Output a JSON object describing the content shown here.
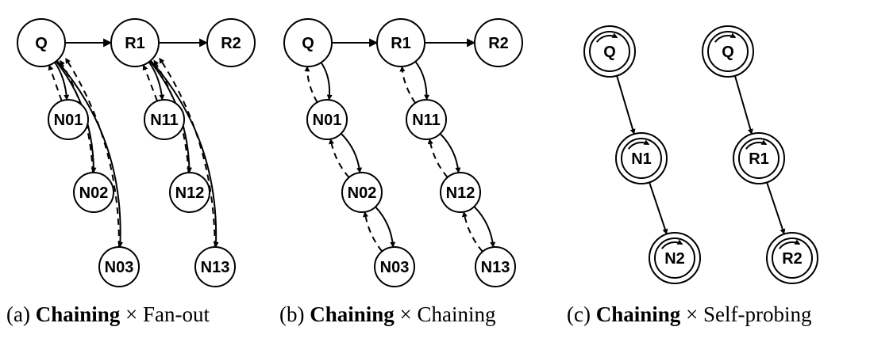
{
  "panels": [
    {
      "id": "a",
      "caption": {
        "prefix": "(a)",
        "bold": "Chaining",
        "times": "×",
        "rest": "Fan-out"
      },
      "nodes": [
        {
          "id": "Q",
          "label": "Q",
          "kind": "large"
        },
        {
          "id": "R1",
          "label": "R1",
          "kind": "large"
        },
        {
          "id": "R2",
          "label": "R2",
          "kind": "large"
        },
        {
          "id": "N01",
          "label": "N01",
          "kind": "small"
        },
        {
          "id": "N02",
          "label": "N02",
          "kind": "small"
        },
        {
          "id": "N03",
          "label": "N03",
          "kind": "small"
        },
        {
          "id": "N11",
          "label": "N11",
          "kind": "small"
        },
        {
          "id": "N12",
          "label": "N12",
          "kind": "small"
        },
        {
          "id": "N13",
          "label": "N13",
          "kind": "small"
        }
      ],
      "edges": [
        {
          "from": "Q",
          "to": "R1",
          "style": "solid"
        },
        {
          "from": "R1",
          "to": "R2",
          "style": "solid"
        },
        {
          "from": "Q",
          "to": "N01",
          "style": "solid"
        },
        {
          "from": "Q",
          "to": "N02",
          "style": "solid"
        },
        {
          "from": "Q",
          "to": "N03",
          "style": "solid"
        },
        {
          "from": "N01",
          "to": "Q",
          "style": "dashed"
        },
        {
          "from": "N02",
          "to": "Q",
          "style": "dashed"
        },
        {
          "from": "N03",
          "to": "Q",
          "style": "dashed"
        },
        {
          "from": "R1",
          "to": "N11",
          "style": "solid"
        },
        {
          "from": "R1",
          "to": "N12",
          "style": "solid"
        },
        {
          "from": "R1",
          "to": "N13",
          "style": "solid"
        },
        {
          "from": "N11",
          "to": "R1",
          "style": "dashed"
        },
        {
          "from": "N12",
          "to": "R1",
          "style": "dashed"
        },
        {
          "from": "N13",
          "to": "R1",
          "style": "dashed"
        }
      ]
    },
    {
      "id": "b",
      "caption": {
        "prefix": "(b)",
        "bold": "Chaining",
        "times": "×",
        "rest": "Chaining"
      },
      "nodes": [
        {
          "id": "Q",
          "label": "Q",
          "kind": "large"
        },
        {
          "id": "R1",
          "label": "R1",
          "kind": "large"
        },
        {
          "id": "R2",
          "label": "R2",
          "kind": "large"
        },
        {
          "id": "N01",
          "label": "N01",
          "kind": "small"
        },
        {
          "id": "N02",
          "label": "N02",
          "kind": "small"
        },
        {
          "id": "N03",
          "label": "N03",
          "kind": "small"
        },
        {
          "id": "N11",
          "label": "N11",
          "kind": "small"
        },
        {
          "id": "N12",
          "label": "N12",
          "kind": "small"
        },
        {
          "id": "N13",
          "label": "N13",
          "kind": "small"
        }
      ],
      "edges": [
        {
          "from": "Q",
          "to": "R1",
          "style": "solid"
        },
        {
          "from": "R1",
          "to": "R2",
          "style": "solid"
        },
        {
          "from": "Q",
          "to": "N01",
          "style": "solid"
        },
        {
          "from": "N01",
          "to": "Q",
          "style": "dashed"
        },
        {
          "from": "N01",
          "to": "N02",
          "style": "solid"
        },
        {
          "from": "N02",
          "to": "N01",
          "style": "dashed"
        },
        {
          "from": "N02",
          "to": "N03",
          "style": "solid"
        },
        {
          "from": "N03",
          "to": "N02",
          "style": "dashed"
        },
        {
          "from": "R1",
          "to": "N11",
          "style": "solid"
        },
        {
          "from": "N11",
          "to": "R1",
          "style": "dashed"
        },
        {
          "from": "N11",
          "to": "N12",
          "style": "solid"
        },
        {
          "from": "N12",
          "to": "N11",
          "style": "dashed"
        },
        {
          "from": "N12",
          "to": "N13",
          "style": "solid"
        },
        {
          "from": "N13",
          "to": "N12",
          "style": "dashed"
        }
      ]
    },
    {
      "id": "c",
      "caption": {
        "prefix": "(c)",
        "bold": "Chaining",
        "times": "×",
        "rest": "Self-probing"
      },
      "nodes": [
        {
          "id": "Q_left",
          "label": "Q",
          "kind": "self"
        },
        {
          "id": "N1",
          "label": "N1",
          "kind": "self"
        },
        {
          "id": "N2",
          "label": "N2",
          "kind": "self"
        },
        {
          "id": "Q_right",
          "label": "Q",
          "kind": "self"
        },
        {
          "id": "R1",
          "label": "R1",
          "kind": "self"
        },
        {
          "id": "R2",
          "label": "R2",
          "kind": "self"
        }
      ],
      "edges": [
        {
          "from": "Q_left",
          "to": "N1",
          "style": "solid"
        },
        {
          "from": "N1",
          "to": "N2",
          "style": "solid"
        },
        {
          "from": "Q_right",
          "to": "R1",
          "style": "solid"
        },
        {
          "from": "R1",
          "to": "R2",
          "style": "solid"
        }
      ]
    }
  ]
}
